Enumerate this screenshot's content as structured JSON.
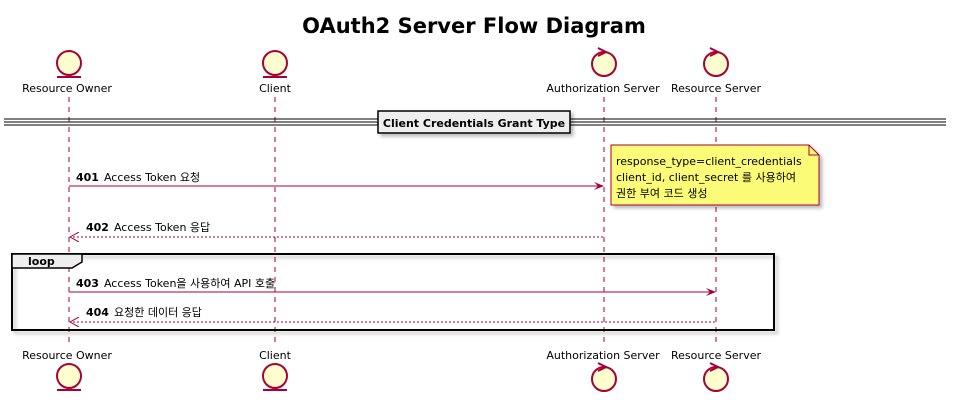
{
  "title": "OAuth2 Server Flow Diagram",
  "participants": [
    {
      "name": "Resource Owner",
      "kind": "entity"
    },
    {
      "name": "Client",
      "kind": "entity"
    },
    {
      "name": "Authorization Server",
      "kind": "control"
    },
    {
      "name": "Resource Server",
      "kind": "control"
    }
  ],
  "divider": "Client Credentials Grant Type",
  "note": {
    "line1": "response_type=client_credentials",
    "line2": "client_id, client_secret 를 사용하여",
    "line3": "권한 부여 코드 생성"
  },
  "loop_label": "loop",
  "messages": [
    {
      "num": "401",
      "text": "Access Token 요청",
      "style": "solid"
    },
    {
      "num": "402",
      "text": "Access Token 응답",
      "style": "dashed"
    },
    {
      "num": "403",
      "text": "Access Token을 사용하여 API 호출",
      "style": "solid"
    },
    {
      "num": "404",
      "text": "요청한 데이터 응답",
      "style": "dashed"
    }
  ],
  "colors": {
    "entity_fill": "#FEFECE",
    "entity_stroke": "#A80036",
    "lifeline": "#A80036",
    "arrow": "#A80036",
    "note_fill": "#FBFB77",
    "divider_fill": "#EEEEEE"
  }
}
